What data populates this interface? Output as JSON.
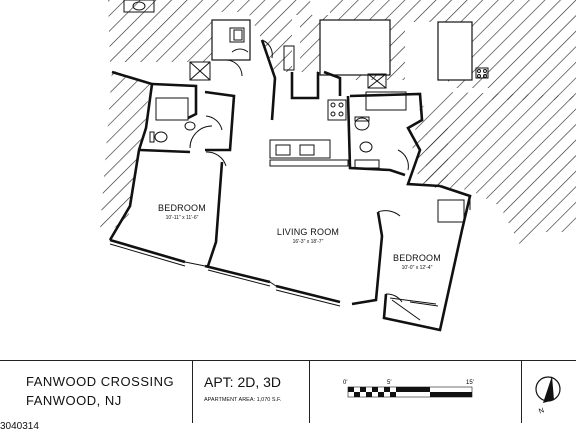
{
  "rooms": {
    "bedroom1": {
      "name": "BEDROOM",
      "dims": "10'-11\" x 11'-6\""
    },
    "living": {
      "name": "LIVING ROOM",
      "dims": "16'-3\" x 18'-7\""
    },
    "bedroom2": {
      "name": "BEDROOM",
      "dims": "10'-0\" x 12'-4\""
    }
  },
  "title_block": {
    "property_name": "FANWOOD CROSSING",
    "property_location": "FANWOOD, NJ",
    "apartment": "APT: 2D, 3D",
    "area": "APARTMENT AREA:  1,070 S.F.",
    "scale_labels": [
      "0'",
      "5'",
      "15'"
    ]
  },
  "north_label": "N",
  "doc_id": "3040314",
  "colors": {
    "line": "#111111",
    "hatch": "#222222",
    "background": "#ffffff"
  }
}
